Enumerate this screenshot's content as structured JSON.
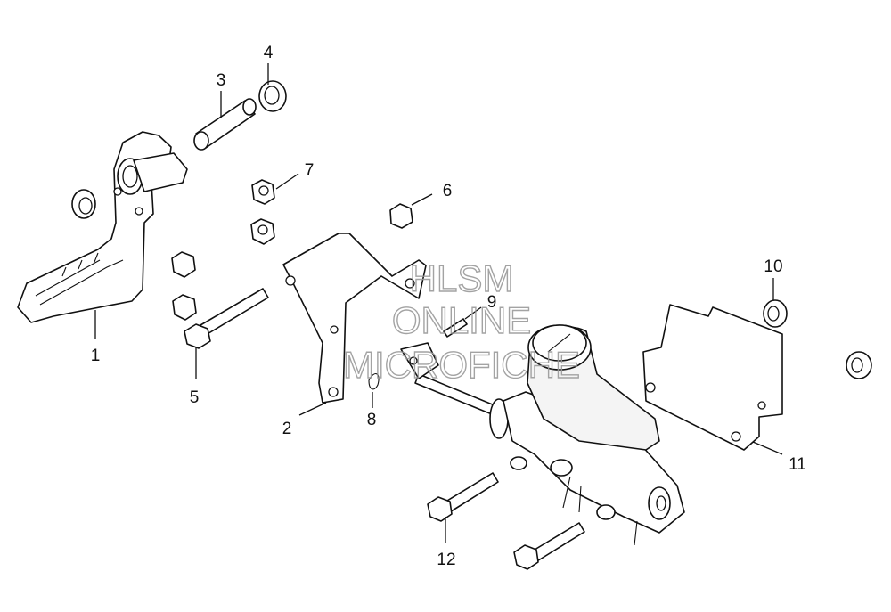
{
  "diagram": {
    "callouts": [
      {
        "number": "1"
      },
      {
        "number": "2"
      },
      {
        "number": "3"
      },
      {
        "number": "4"
      },
      {
        "number": "5"
      },
      {
        "number": "6"
      },
      {
        "number": "7"
      },
      {
        "number": "8"
      },
      {
        "number": "9"
      },
      {
        "number": "10"
      },
      {
        "number": "11"
      },
      {
        "number": "12"
      }
    ]
  },
  "watermark": {
    "line1": "HLSM",
    "line2": "ONLINE",
    "line3": "MICROFICHE"
  },
  "colors": {
    "line": "#111111",
    "watermark": "#9a9a9a",
    "background": "#ffffff"
  }
}
